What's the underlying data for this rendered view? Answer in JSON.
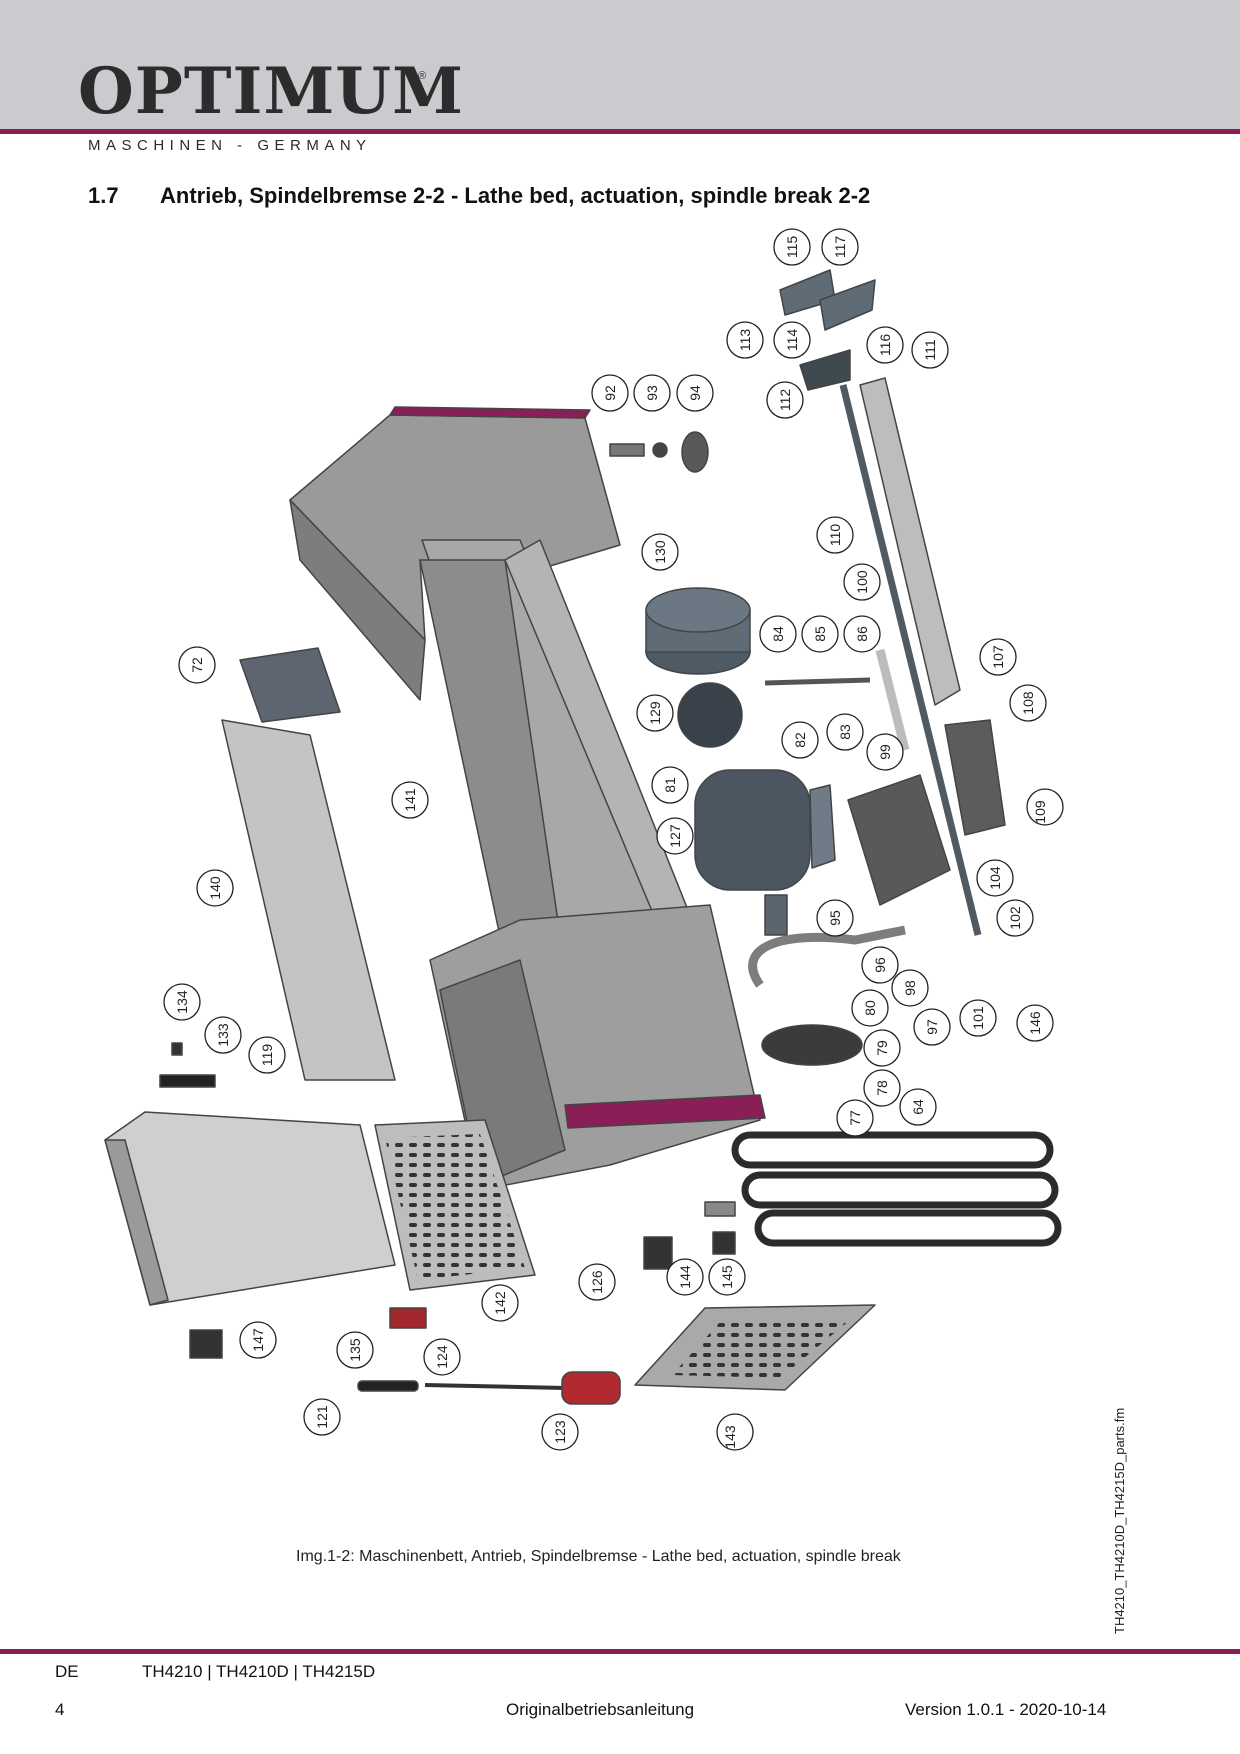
{
  "header": {
    "logo": "OPTIMUM",
    "logo_mark": "®",
    "logo_sub": "MASCHINEN - GERMANY",
    "brand_color": "#8a1f57"
  },
  "section": {
    "number": "1.7",
    "title": "Antrieb, Spindelbremse 2-2 - Lathe bed, actuation, spindle break 2-2"
  },
  "diagram": {
    "callouts": [
      "115",
      "117",
      "113",
      "114",
      "116",
      "111",
      "112",
      "92",
      "93",
      "94",
      "110",
      "130",
      "100",
      "84",
      "85",
      "86",
      "107",
      "72",
      "108",
      "129",
      "82",
      "83",
      "99",
      "81",
      "141",
      "109",
      "127",
      "104",
      "140",
      "95",
      "102",
      "96",
      "98",
      "97",
      "101",
      "146",
      "80",
      "134",
      "133",
      "119",
      "79",
      "78",
      "77",
      "64",
      "142",
      "126",
      "144",
      "145",
      "147",
      "135",
      "124",
      "121",
      "123",
      "143"
    ]
  },
  "caption": "Img.1-2:   Maschinenbett, Antrieb, Spindelbremse - Lathe bed, actuation, spindle break",
  "side_label": "TH4210_TH4210D_TH4215D_parts.fm",
  "footer": {
    "lang": "DE",
    "models": "TH4210 | TH4210D | TH4215D",
    "page": "4",
    "doc": "Originalbetriebsanleitung",
    "version": "Version 1.0.1 - 2020-10-14"
  }
}
